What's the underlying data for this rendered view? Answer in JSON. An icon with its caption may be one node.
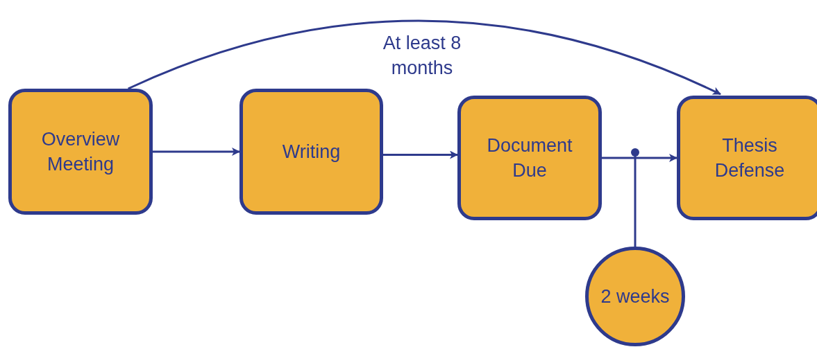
{
  "diagram": {
    "nodes": [
      {
        "text": [
          "Overview Meeting"
        ]
      },
      {
        "text": [
          "Writing"
        ]
      },
      {
        "text": [
          "Document Due"
        ]
      },
      {
        "text": [
          "Thesis Defense"
        ]
      },
      {
        "text": [
          "2 weeks"
        ]
      }
    ],
    "edges": [
      {
        "from": 0,
        "to": 1,
        "arrow": "to"
      },
      {
        "from": 1,
        "to": 2,
        "arrow": "to"
      },
      {
        "from": 2,
        "to": 3,
        "arrow": "to"
      },
      {
        "from": 0,
        "to": 3,
        "arrow": "to",
        "label": "At least 8 months"
      },
      {
        "from": 4,
        "to": null,
        "arrow": "other"
      }
    ]
  }
}
